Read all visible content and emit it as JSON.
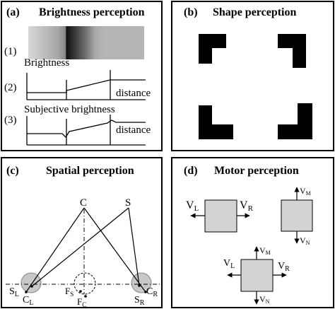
{
  "panels": {
    "a": {
      "letter": "(a)",
      "title": "Brightness perception",
      "row1": "(1)",
      "row2": "(2)",
      "row3": "(3)",
      "brightness_label": "Brightness",
      "subjective_label": "Subjective brightness",
      "distance2": "distance",
      "distance3": "distance"
    },
    "b": {
      "letter": "(b)",
      "title": "Shape perception"
    },
    "c": {
      "letter": "(c)",
      "title": "Spatial perception",
      "labels": {
        "C": "C",
        "S": "S",
        "SL": "S",
        "SL_sub": "L",
        "CL": "C",
        "CL_sub": "L",
        "FS": "F",
        "FS_sub": "S",
        "FC": "F",
        "FC_sub": "C",
        "SR": "S",
        "SR_sub": "R",
        "CR": "C",
        "CR_sub": "R"
      }
    },
    "d": {
      "letter": "(d)",
      "title": "Motor perception",
      "labels": {
        "V": "V",
        "L": "L",
        "R": "R",
        "M": "M",
        "N": "N"
      }
    }
  },
  "colors": {
    "border": "#000000",
    "box_fill": "#d3d3d3",
    "ink": "#000000"
  }
}
